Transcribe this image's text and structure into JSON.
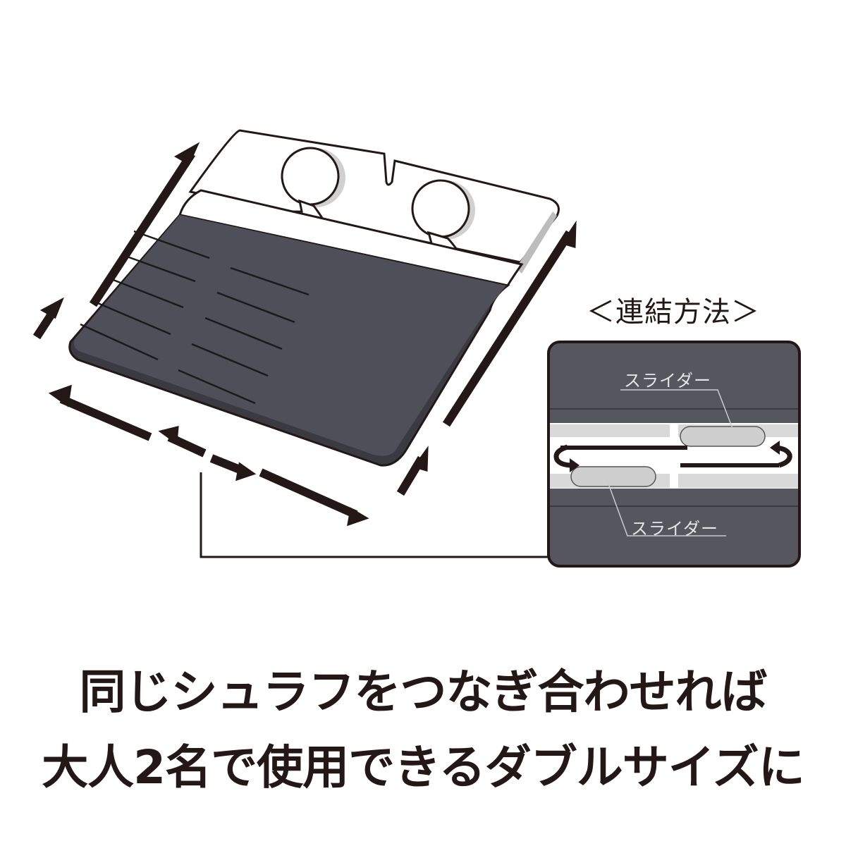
{
  "diagram": {
    "title_label": "＜連結方法＞",
    "slider_label_top": "スライダー",
    "slider_label_bottom": "スライダー"
  },
  "caption": {
    "line1": "同じシュラフをつなぎ合わせれば",
    "line2": "大人2名で使用できるダブルサイズに"
  },
  "colors": {
    "bag": "#4e4f58",
    "bag_shadow": "#3a3b42",
    "outline": "#231815",
    "zipper": "#d9d9d9",
    "panel": "#55565e"
  }
}
